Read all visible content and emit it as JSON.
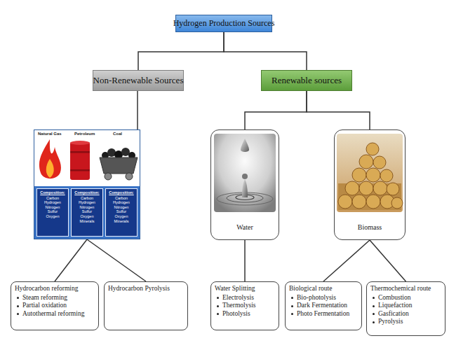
{
  "diagram": {
    "nodes": [
      {
        "text": [
          "Hydrogen Production Sources"
        ]
      },
      {
        "text": [
          "Non-Renewable Sources"
        ]
      },
      {
        "text": [
          "Renewable sources"
        ]
      },
      {
        "text": [
          "Natural Gas",
          "Petroleum",
          "Coal"
        ]
      },
      {
        "text": [
          "Composition:",
          "Carbon Hydrogen Nitrogen Sulfur Oxygen"
        ],
        "in": 3
      },
      {
        "text": [
          "Composition:",
          "Carbon Hydrogen Nitrogen Sulfur Oxygen Minerals"
        ],
        "in": 3
      },
      {
        "text": [
          "Composition:",
          "Carbon Hydrogen Nitrogen Sulfur Oxygen Minerals"
        ],
        "in": 3
      },
      {
        "text": [
          "Water"
        ]
      },
      {
        "text": [
          "Biomass"
        ]
      },
      {
        "text": [
          "Hydrocarbon reforming",
          "Steam reforming",
          "Partial oxidation",
          "Autothermal reforming"
        ]
      },
      {
        "text": [
          "Hydrocarbon Pyrolysis"
        ]
      },
      {
        "text": [
          "Water Splitting",
          "Electrolysis",
          "Thermolysis",
          "Photolysis"
        ]
      },
      {
        "text": [
          "Biological route",
          "Bio-photolysis",
          "Dark Fermentation",
          "Photo Fermentation"
        ]
      },
      {
        "text": [
          "Thermochemical route",
          "Combustion",
          "Liquefaction",
          "Gasfication",
          "Pyrolysis"
        ]
      }
    ],
    "edges": [
      {
        "from": 0,
        "to": 1,
        "arrow": "none"
      },
      {
        "from": 0,
        "to": 2,
        "arrow": "none"
      },
      {
        "from": 1,
        "to": 3,
        "arrow": "none"
      },
      {
        "from": 2,
        "to": 7,
        "arrow": "none"
      },
      {
        "from": 2,
        "to": 8,
        "arrow": "none"
      },
      {
        "from": 3,
        "to": 9,
        "arrow": "none"
      },
      {
        "from": 3,
        "to": 10,
        "arrow": "none"
      },
      {
        "from": 7,
        "to": 11,
        "arrow": "none"
      },
      {
        "from": 8,
        "to": 12,
        "arrow": "none"
      },
      {
        "from": 8,
        "to": 13,
        "arrow": "none"
      }
    ]
  }
}
